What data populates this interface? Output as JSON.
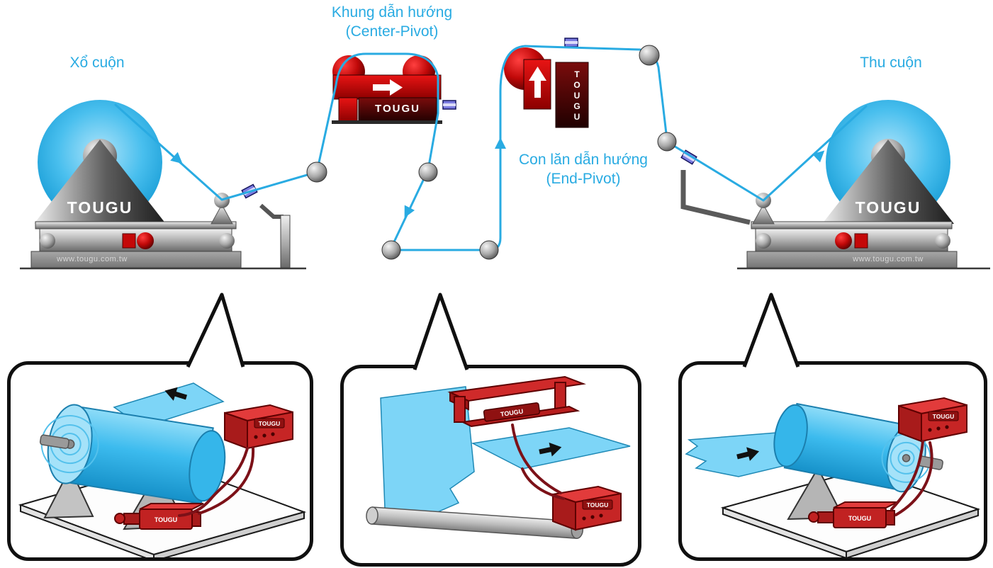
{
  "brand": {
    "name": "TOUGU",
    "website": "www.tougu.com.tw"
  },
  "labels": {
    "unwind": "Xổ cuộn",
    "rewind": "Thu cuộn",
    "center_pivot_line1": "Khung dẫn hướng",
    "center_pivot_line2": "(Center-Pivot)",
    "end_pivot_line1": "Con lăn dẫn hướng",
    "end_pivot_line2": "(End-Pivot)"
  },
  "colors": {
    "label_cyan": "#29ABE2",
    "web_line": "#29ABE2",
    "roll_blue": "#49BFEE",
    "device_red": "#C1272D",
    "cable_red": "#7C1118",
    "sensor_blue": "#7B7BE0",
    "sheet_blue": "#7DD5F7"
  }
}
